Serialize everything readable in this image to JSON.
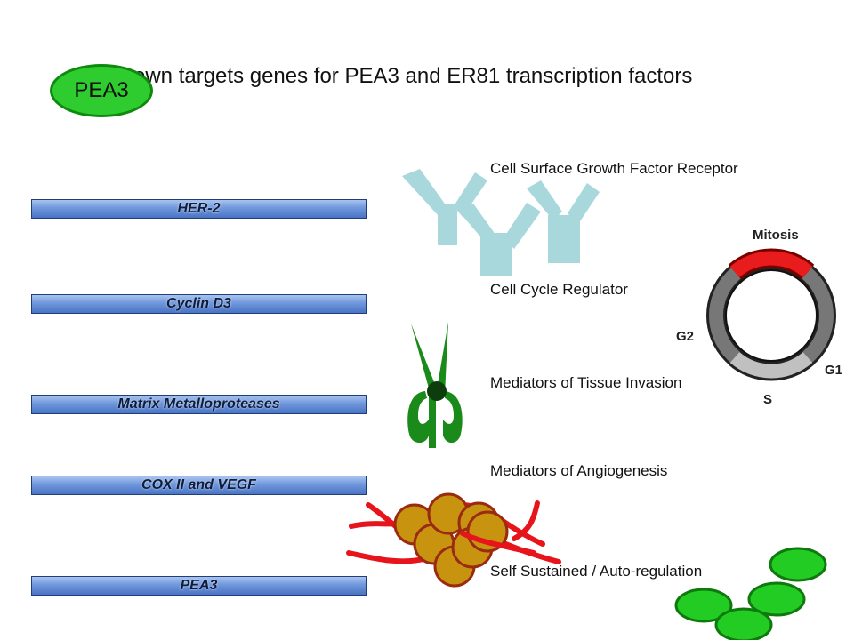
{
  "title": "own targets genes for PEA3 and ER81 transcription factors",
  "title_badge": "PEA3",
  "genes": [
    "HER-2",
    "Cyclin D3",
    "Matrix Metalloproteases",
    "COX II and VEGF",
    "PEA3"
  ],
  "functions": [
    "Cell Surface Growth Factor Receptor",
    "Cell Cycle Regulator",
    "Mediators of Tissue Invasion",
    "Mediators of Angiogenesis",
    "Self Sustained / Auto-regulation"
  ],
  "cell_cycle": {
    "mitosis": "Mitosis",
    "g2": "G2",
    "g1": "G1",
    "s": "S"
  },
  "colors": {
    "bar": "#6f97dc",
    "receptor": "#a8d8dc",
    "protease": "#1a8a1a",
    "cells": "#d4a017",
    "vessels": "#e8141c",
    "pea3": "#22cc22",
    "mitosis": "#e81c1c",
    "cycle_dark": "#555555",
    "cycle_light": "#b8b8b8"
  }
}
